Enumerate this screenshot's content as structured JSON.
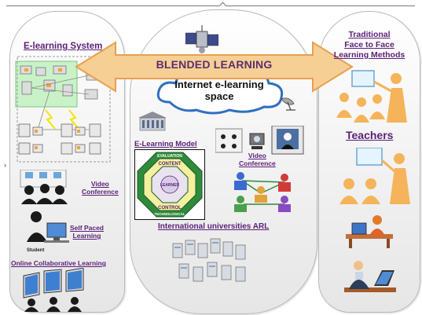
{
  "banner": {
    "text": "BLENDED LEARNING"
  },
  "cloud": {
    "line1": "Internet e-learning",
    "line2": "space"
  },
  "left": {
    "title": "E-learning System",
    "video_conference": [
      "Video",
      "Conference"
    ],
    "self_paced": [
      "Self Paced",
      "Learning"
    ],
    "student_label": "Student",
    "online_collab": "Online Collaborative Learning"
  },
  "middle": {
    "elearning_model": "E-Learning Model",
    "video_conference": [
      "Video",
      "Conference"
    ],
    "intl_universities": "International universities ARL",
    "octagon": {
      "outer_top": "EVALUATION",
      "outer_bottom": "TECHNOLOGICAL",
      "inner_top": "CONTENT",
      "inner_bottom": "CONTROL",
      "center": "LEARNER"
    }
  },
  "right": {
    "title": [
      "Traditional",
      "Face to Face",
      "Learning Methods"
    ],
    "teachers": "Teachers"
  },
  "colors": {
    "label_purple": "#5a1f78",
    "arrow_fill": "#f6cf95",
    "arrow_stroke": "#e7a04f",
    "teacher_orange": "#f5b35a"
  }
}
